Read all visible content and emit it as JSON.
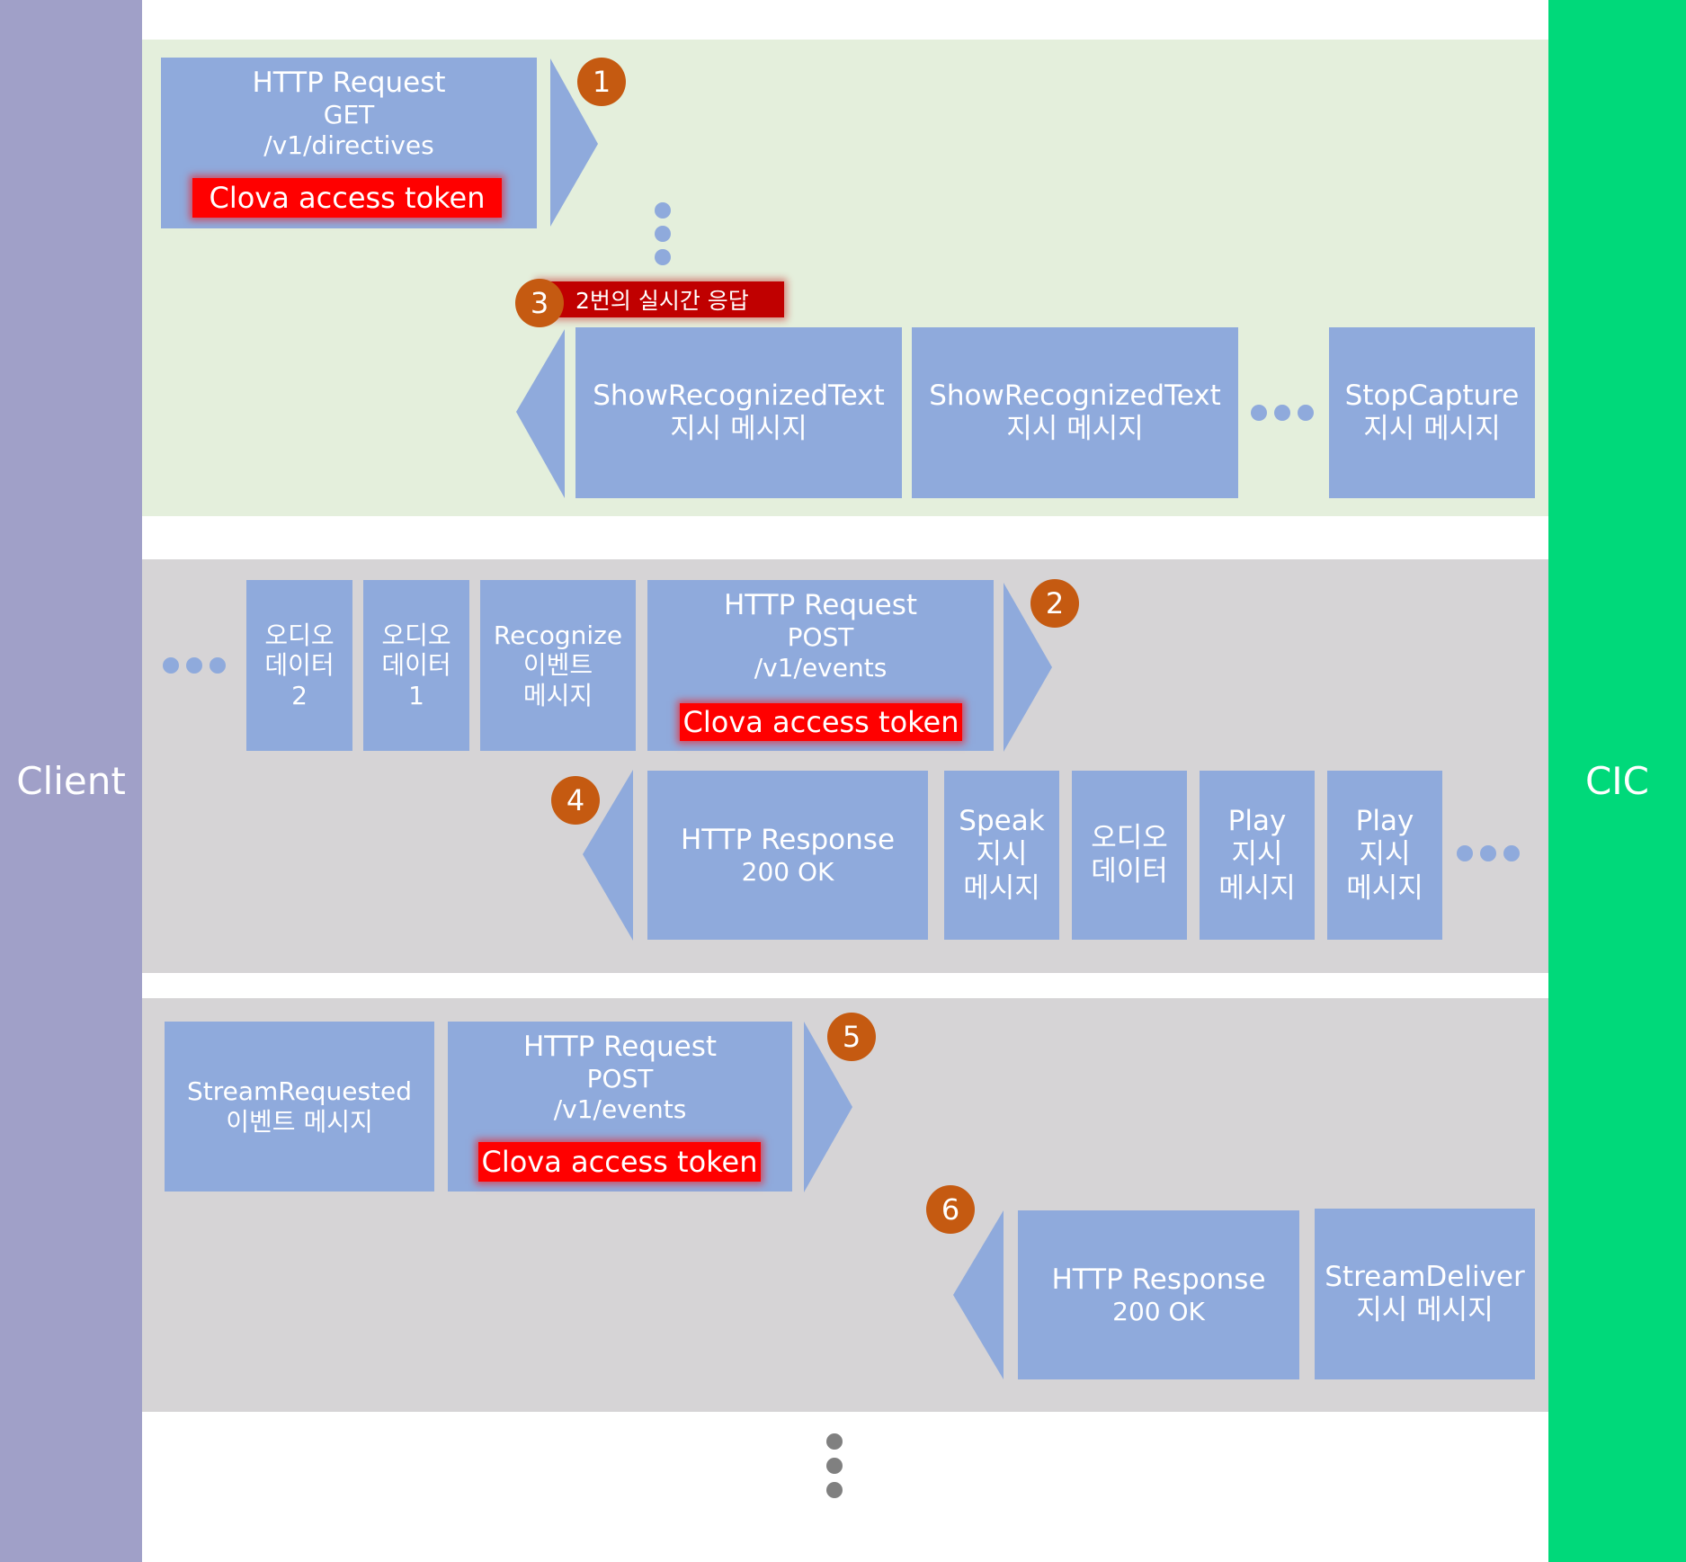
{
  "colors": {
    "client": "#a0a0c8",
    "cic": "#00d97a",
    "band1": "#e4efdc",
    "band2": "#d6d4d6",
    "box": "#8faadc",
    "token": "#ff0000",
    "badge": "#c55a11",
    "note": "#c00000"
  },
  "client_label": "Client",
  "cic_label": "CIC",
  "token_label": "Clova access token",
  "section1": {
    "badge1": "1",
    "request": {
      "title": "HTTP Request",
      "method": "GET",
      "path": "/v1/directives"
    },
    "badge3": "3",
    "note": "2번의 실시간 응답",
    "directives": [
      {
        "name": "ShowRecognizedText",
        "desc": "지시 메시지"
      },
      {
        "name": "ShowRecognizedText",
        "desc": "지시 메시지"
      },
      {
        "name": "StopCapture",
        "desc": "지시 메시지"
      }
    ]
  },
  "section2": {
    "audio2": [
      "오디오",
      "데이터",
      "2"
    ],
    "audio1": [
      "오디오",
      "데이터",
      "1"
    ],
    "recognize": [
      "Recognize",
      "이벤트",
      "메시지"
    ],
    "request": {
      "title": "HTTP Request",
      "method": "POST",
      "path": "/v1/events"
    },
    "badge2": "2",
    "badge4": "4",
    "response": {
      "title": "HTTP Response",
      "status": "200 OK"
    },
    "speak": [
      "Speak",
      "지시",
      "메시지"
    ],
    "audio": [
      "오디오",
      "데이터"
    ],
    "play1": [
      "Play",
      "지시",
      "메시지"
    ],
    "play2": [
      "Play",
      "지시",
      "메시지"
    ]
  },
  "section3": {
    "stream_requested": {
      "name": "StreamRequested",
      "desc": "이벤트 메시지"
    },
    "request": {
      "title": "HTTP Request",
      "method": "POST",
      "path": "/v1/events"
    },
    "badge5": "5",
    "badge6": "6",
    "response": {
      "title": "HTTP Response",
      "status": "200 OK"
    },
    "stream_deliver": {
      "name": "StreamDeliver",
      "desc": "지시 메시지"
    }
  }
}
